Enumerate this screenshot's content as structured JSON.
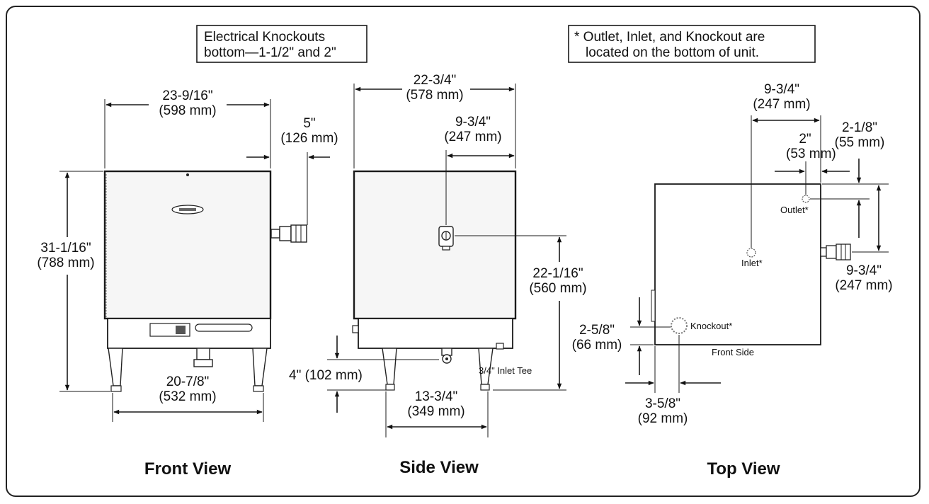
{
  "notes": {
    "electrical_line1": "Electrical Knockouts",
    "electrical_line2": "bottom—1-1/2\" and 2\"",
    "bottom_line1": "* Outlet, Inlet, and Knockout are",
    "bottom_line2": "located on the bottom of unit."
  },
  "front": {
    "title": "Front View",
    "width_in": "23-9/16\"",
    "width_mm": "(598 mm)",
    "fitting_in": "5\"",
    "fitting_mm": "(126 mm)",
    "height_in": "31-1/16\"",
    "height_mm": "(788 mm)",
    "legs_in": "20-7/8\"",
    "legs_mm": "(532 mm)"
  },
  "side": {
    "title": "Side View",
    "width_in": "22-3/4\"",
    "width_mm": "(578 mm)",
    "valve_in": "9-3/4\"",
    "valve_mm": "(247 mm)",
    "valve_height_in": "22-1/16\"",
    "valve_height_mm": "(560 mm)",
    "inlet_height": "4\" (102 mm)",
    "legs_in": "13-3/4\"",
    "legs_mm": "(349 mm)",
    "inlet_tee": "3/4\" Inlet Tee"
  },
  "top": {
    "title": "Top View",
    "inlet_in": "9-3/4\"",
    "inlet_mm": "(247 mm)",
    "outlet_in": "2\"",
    "outlet_mm": "(53 mm)",
    "outlet_side_in": "2-1/8\"",
    "outlet_side_mm": "(55 mm)",
    "fitting_in": "9-3/4\"",
    "fitting_mm": "(247 mm)",
    "knockout_depth_in": "2-5/8\"",
    "knockout_depth_mm": "(66 mm)",
    "knockout_side_in": "3-5/8\"",
    "knockout_side_mm": "(92 mm)",
    "outlet_label": "Outlet*",
    "inlet_label": "Inlet*",
    "knockout_label": "Knockout*",
    "front_side_label": "Front Side"
  }
}
